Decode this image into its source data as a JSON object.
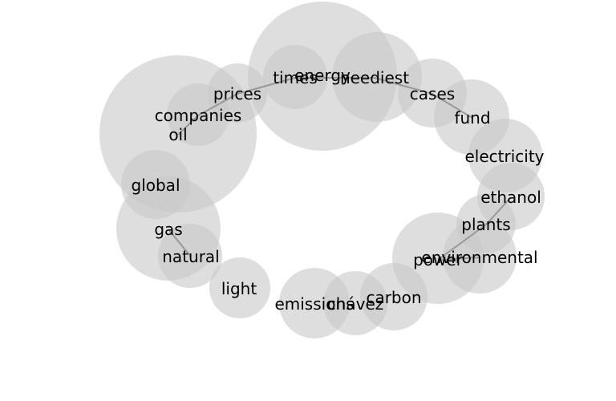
{
  "diagram": {
    "type": "bubble-network",
    "colors": {
      "bubble": "#c8c8c8",
      "link": "#8a8a8a",
      "text": "#000000"
    },
    "nodes": [
      {
        "id": "energy",
        "label": "energy"
      },
      {
        "id": "oil",
        "label": "oil"
      },
      {
        "id": "neediest",
        "label": "neediest"
      },
      {
        "id": "gas",
        "label": "gas"
      },
      {
        "id": "power",
        "label": "power"
      },
      {
        "id": "cases",
        "label": "cases"
      },
      {
        "id": "fund",
        "label": "fund"
      },
      {
        "id": "electricity",
        "label": "electricity"
      },
      {
        "id": "global",
        "label": "global"
      },
      {
        "id": "times",
        "label": "times"
      },
      {
        "id": "prices",
        "label": "prices"
      },
      {
        "id": "companies",
        "label": "companies"
      },
      {
        "id": "ethanol",
        "label": "ethanol"
      },
      {
        "id": "environmental",
        "label": "environmental"
      },
      {
        "id": "plants",
        "label": "plants"
      },
      {
        "id": "natural",
        "label": "natural"
      },
      {
        "id": "emissions",
        "label": "emissions"
      },
      {
        "id": "carbon",
        "label": "carbon"
      },
      {
        "id": "chavez",
        "label": "chávez"
      },
      {
        "id": "light",
        "label": "light"
      }
    ],
    "links": [
      [
        "times",
        "neediest"
      ],
      [
        "times",
        "prices"
      ],
      [
        "prices",
        "companies"
      ],
      [
        "companies",
        "oil"
      ],
      [
        "neediest",
        "cases"
      ],
      [
        "cases",
        "fund"
      ],
      [
        "gas",
        "natural"
      ],
      [
        "ethanol",
        "plants"
      ],
      [
        "plants",
        "power"
      ],
      [
        "power",
        "environmental"
      ]
    ]
  }
}
